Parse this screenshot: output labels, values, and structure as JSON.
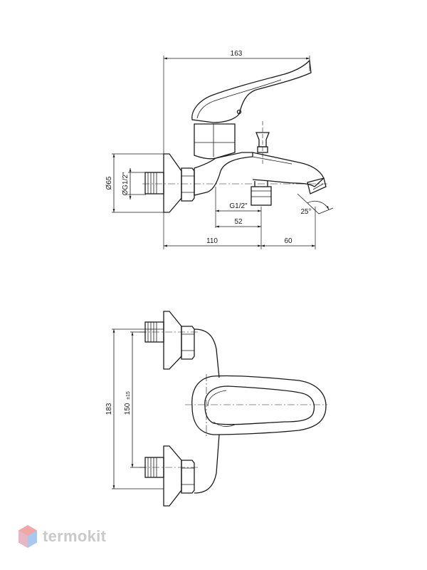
{
  "side_view": {
    "dim_total_width": "163",
    "dim_flange_diameter": "Ø65",
    "dim_inlet_thread": "ØG1/2\"",
    "dim_outlet_thread": "G1/2\"",
    "dim_outlet_offset": "52",
    "dim_body_depth": "110",
    "dim_spout_length": "60",
    "dim_spout_angle": "25°"
  },
  "top_view": {
    "dim_overall_height": "183",
    "dim_centers": "150",
    "dim_centers_tol": "±15"
  },
  "watermark": {
    "brand": "termokit",
    "colors": {
      "red": "#f2a6a6",
      "blue": "#a9c8ee",
      "text": "#c9c9c9"
    }
  }
}
